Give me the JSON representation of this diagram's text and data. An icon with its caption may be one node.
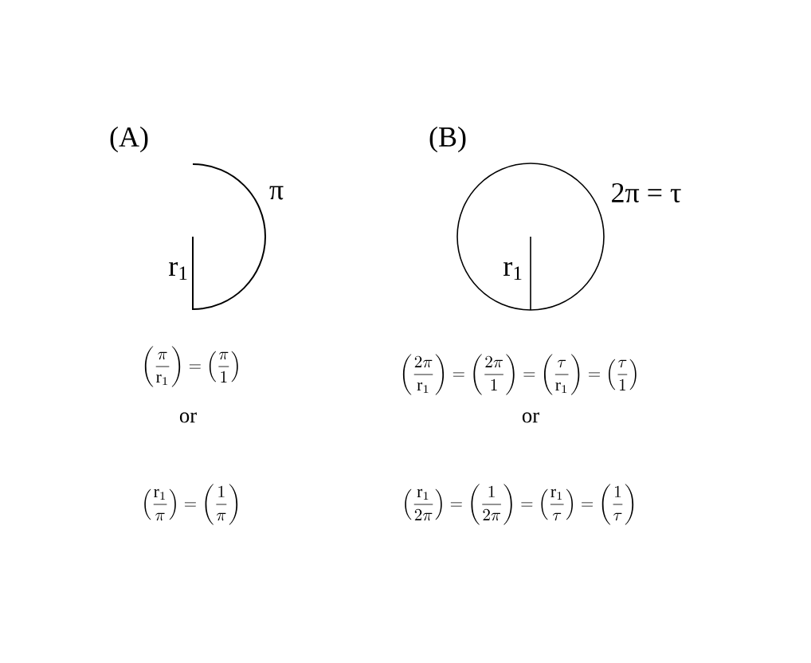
{
  "diagram": {
    "labels": [
      "(A)",
      "(B)",
      "π",
      "2π = τ",
      "r$_{1}$",
      "r$_{1}$",
      "\\left(\\frac{\\pi}{\\mathrm{r}_1}\\right)=\\left(\\frac{\\pi}{1}\\right)",
      "\\left(\\frac{2\\pi}{\\mathrm{r}_1}\\right)=\\left(\\frac{2\\pi}{1}\\right)=\\left(\\frac{\\tau}{\\mathrm{r}_1}\\right)=\\left(\\frac{\\tau}{1}\\right)",
      "or",
      "or",
      "\\left(\\frac{\\mathrm{r}_1}{\\pi}\\right)=\\left(\\frac{1}{\\pi}\\right)",
      "\\left(\\frac{\\mathrm{r}_1}{2\\pi}\\right)=\\left(\\frac{1}{2\\pi}\\right)=\\left(\\frac{\\mathrm{r}_1}{\\tau}\\right)=\\left(\\frac{1}{\\tau}\\right)"
    ]
  }
}
